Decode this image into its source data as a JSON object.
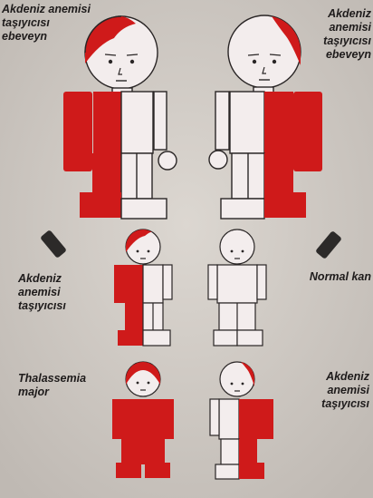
{
  "colors": {
    "background": "#cfcac4",
    "carrier_red": "#cf1a1a",
    "normal_body": "#f3eded",
    "outline": "#2a2626",
    "text": "#1e1b1b",
    "pointer": "#2c2a29"
  },
  "labels": {
    "parent_left": [
      "Akdeniz anemisi",
      "taşıyıcısı",
      "ebeveyn"
    ],
    "parent_right": [
      "Akdeniz",
      "anemisi",
      "taşıyıcısı",
      "ebeveyn"
    ],
    "child_mid_left": [
      "Akdeniz",
      "anemisi",
      "taşıyıcısı"
    ],
    "child_mid_right": [
      "Normal kan"
    ],
    "child_bottom_left": [
      "Thalassemia",
      "major"
    ],
    "child_bottom_right": [
      "Akdeniz",
      "anemisi",
      "taşıyıcısı"
    ]
  },
  "figures": [
    {
      "role": "parent-left",
      "status": "carrier"
    },
    {
      "role": "parent-right",
      "status": "carrier"
    },
    {
      "role": "child-mid-left",
      "status": "carrier"
    },
    {
      "role": "child-mid-right",
      "status": "normal"
    },
    {
      "role": "child-bottom-left",
      "status": "thalassemia-major"
    },
    {
      "role": "child-bottom-right",
      "status": "carrier"
    }
  ]
}
